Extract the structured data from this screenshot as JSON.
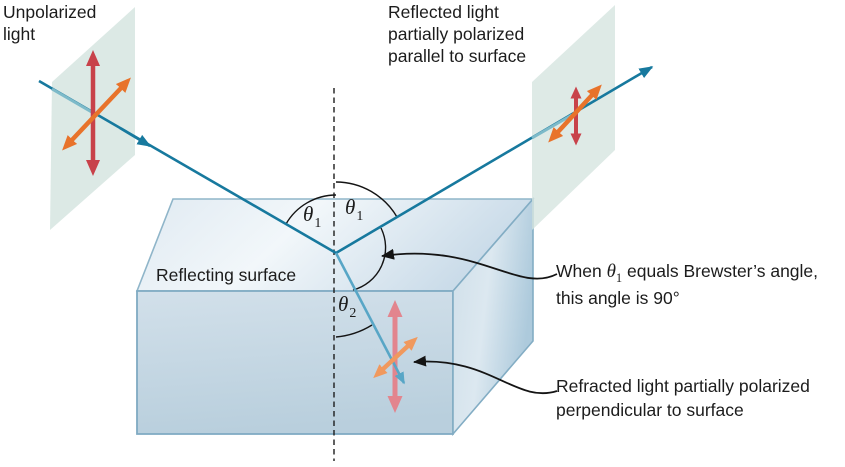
{
  "labels": {
    "unpolarized": {
      "line1": "Unpolarized",
      "line2": "light"
    },
    "reflected": {
      "line1": "Reflected light",
      "line2": "partially polarized",
      "line3": "parallel to surface"
    },
    "reflecting_surface": "Reflecting surface",
    "brewster": {
      "prefix": "When ",
      "theta": "θ",
      "sub": "1",
      "suffix": " equals Brewster’s angle,",
      "line2": "this angle is 90°"
    },
    "refracted": {
      "line1": "Refracted light partially polarized",
      "line2": "perpendicular to surface"
    },
    "angles": {
      "theta1_left": {
        "sym": "θ",
        "sub": "1"
      },
      "theta1_right": {
        "sym": "θ",
        "sub": "1"
      },
      "theta2": {
        "sym": "θ",
        "sub": "2"
      }
    }
  },
  "colors": {
    "ray_teal": "#17799e",
    "ray_teal_light": "#7dbac9",
    "refracted_ray_blue": "#58a6c6",
    "arrow_red": "#c8424a",
    "arrow_orange": "#e8732b",
    "arrow_pink": "#e2858e",
    "arrow_orange_light": "#f0995e",
    "pane_fill": "#d6e5e0",
    "block_edge": "#83adc4",
    "annotation_black": "#141414"
  }
}
